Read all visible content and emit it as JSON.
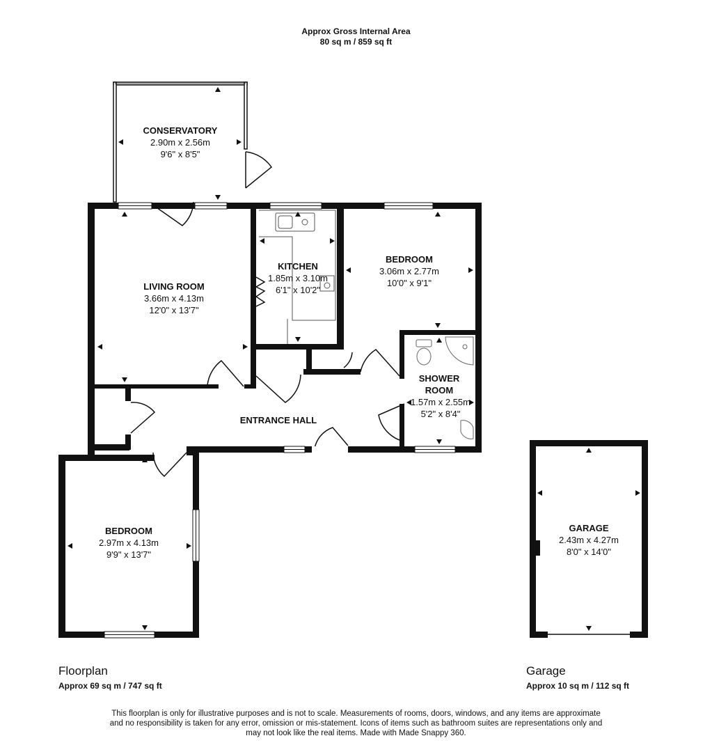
{
  "header": {
    "title": "Approx Gross Internal Area",
    "area": "80 sq m / 859 sq ft"
  },
  "floorplan": {
    "label": "Floorplan",
    "area": "Approx 69 sq m / 747 sq ft"
  },
  "garage_plan": {
    "label": "Garage",
    "area": "Approx 10 sq m / 112 sq ft"
  },
  "rooms": {
    "conservatory": {
      "name": "CONSERVATORY",
      "metric": "2.90m x 2.56m",
      "imperial": "9'6\" x 8'5\""
    },
    "living_room": {
      "name": "LIVING ROOM",
      "metric": "3.66m x 4.13m",
      "imperial": "12'0\" x 13'7\""
    },
    "kitchen": {
      "name": "KITCHEN",
      "metric": "1.85m x 3.10m",
      "imperial": "6'1\" x 10'2\""
    },
    "bedroom_1": {
      "name": "BEDROOM",
      "metric": "3.06m x 2.77m",
      "imperial": "10'0\" x 9'1\""
    },
    "shower_room": {
      "name_line1": "SHOWER",
      "name_line2": "ROOM",
      "metric": "1.57m x 2.55m",
      "imperial": "5'2\" x 8'4\""
    },
    "entrance_hall": {
      "name": "ENTRANCE HALL"
    },
    "bedroom_2": {
      "name": "BEDROOM",
      "metric": "2.97m x 4.13m",
      "imperial": "9'9\" x 13'7\""
    },
    "garage": {
      "name": "GARAGE",
      "metric": "2.43m x 4.27m",
      "imperial": "8'0\" x 14'0\""
    }
  },
  "disclaimer": {
    "line1": "This floorplan is only for illustrative purposes and is not to scale. Measurements of rooms, doors, windows, and any items are approximate",
    "line2": "and no responsibility is taken for any error, omission or mis-statement. Icons of items such as bathroom suites are representations only and",
    "line3": "may not look like the real items. Made with Made Snappy 360."
  }
}
